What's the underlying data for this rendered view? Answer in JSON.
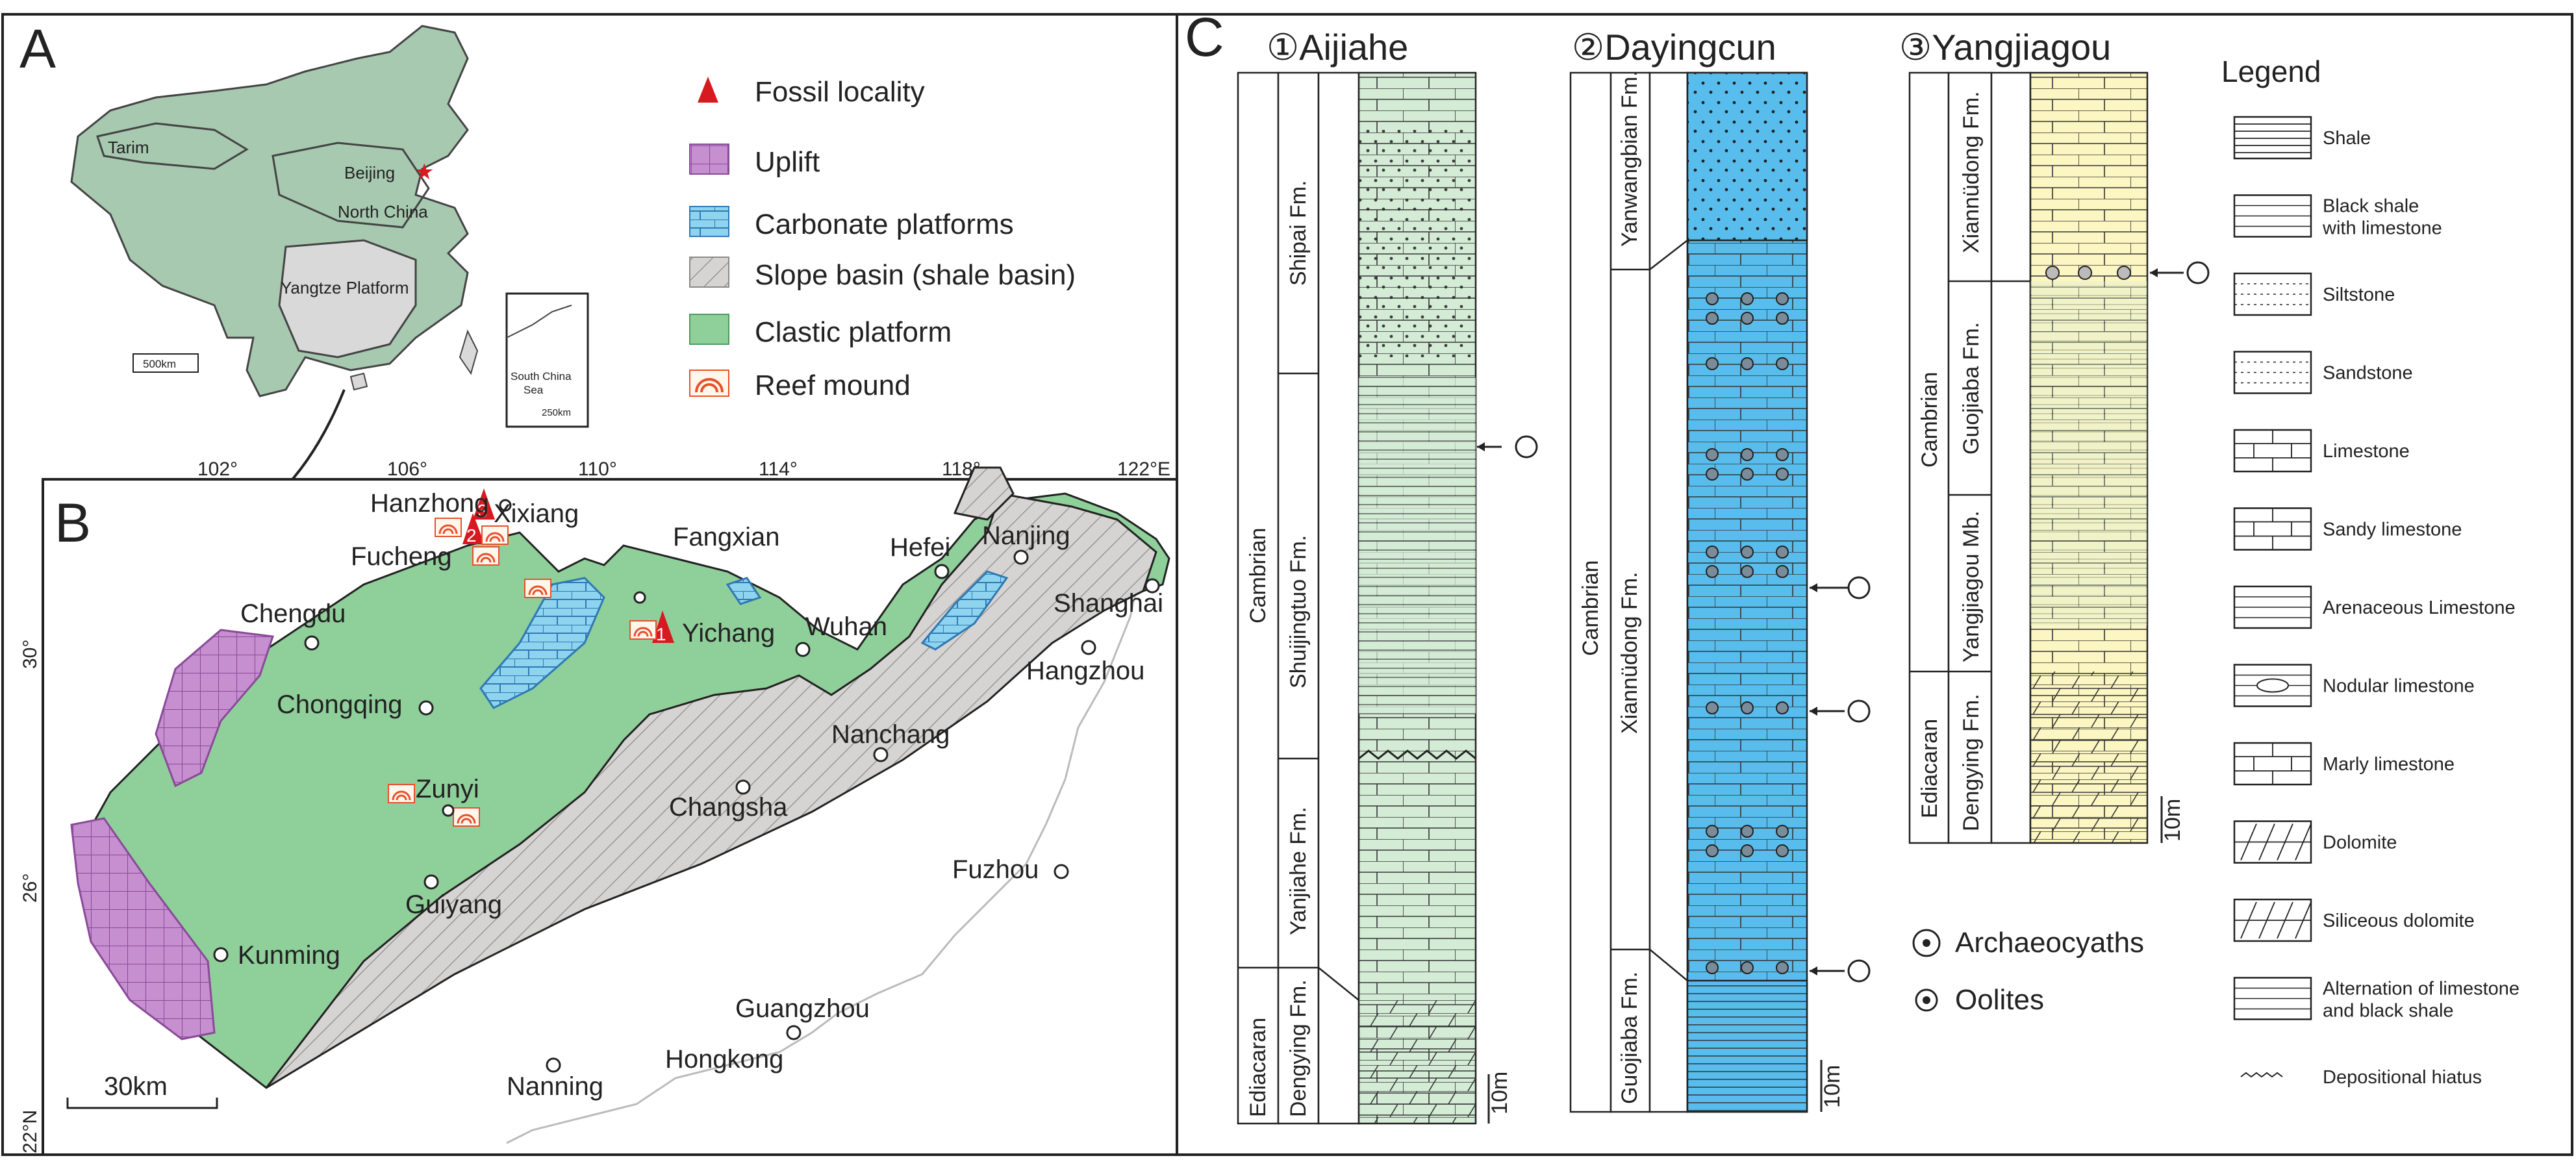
{
  "panels": {
    "a": "A",
    "b": "B",
    "c": "C"
  },
  "map_a": {
    "regions": {
      "tarim": "Tarim",
      "north_china": "North China",
      "yangtze": "Yangtze Platform"
    },
    "capital": "Beijing",
    "scale": "500km",
    "inset": [
      "South China",
      "Sea",
      "250km"
    ]
  },
  "map_legend": {
    "items": [
      {
        "label": "Fossil locality",
        "color": "#d71920"
      },
      {
        "label": "Uplift",
        "color": "#c58fd0"
      },
      {
        "label": "Carbonate platforms",
        "color": "#8fd4ef"
      },
      {
        "label": "Slope basin (shale basin)",
        "color": "#d6d4d2"
      },
      {
        "label": "Clastic platform",
        "color": "#8fcf9a"
      },
      {
        "label": "Reef mound",
        "color": "#e8502a"
      }
    ]
  },
  "map_b": {
    "lon_ticks": [
      "102°",
      "106°",
      "110°",
      "114°",
      "118°",
      "122°E"
    ],
    "lat_ticks": [
      "30°",
      "26°",
      "22°N"
    ],
    "cities": {
      "hanzhong": "Hanzhong",
      "xixiang": "Xixiang",
      "fucheng": "Fucheng",
      "fangxian": "Fangxian",
      "hefei": "Hefei",
      "nanjing": "Nanjing",
      "shanghai": "Shanghai",
      "chengdu": "Chengdu",
      "yichang": "Yichang",
      "wuhan": "Wuhan",
      "hangzhou": "Hangzhou",
      "chongqing": "Chongqing",
      "nanchang": "Nanchang",
      "zunyi": "Zunyi",
      "changsha": "Changsha",
      "guiyang": "Guiyang",
      "fuzhou": "Fuzhou",
      "kunming": "Kunming",
      "guangzhou": "Guangzhou",
      "hongkong": "Hongkong",
      "nanning": "Nanning"
    },
    "locality_numbers": [
      "1",
      "2",
      "3"
    ],
    "scale": "30km"
  },
  "columns": {
    "aijiahe": {
      "title": "①Aijiahe",
      "system": "Cambrian",
      "system2": "Ediacaran",
      "formations": [
        "Shipai Fm.",
        "Shuijingtuo Fm.",
        "Yanjiahe Fm.",
        "Dengying Fm."
      ],
      "scale": "10m"
    },
    "dayingcun": {
      "title": "②Dayingcun",
      "system": "Cambrian",
      "formations": [
        "Yanwangbian Fm.",
        "Xiannüdong Fm.",
        "Guojiaba Fm."
      ],
      "scale": "10m"
    },
    "yangjiagou": {
      "title": "③Yangjiagou",
      "system": "Cambrian",
      "system2": "Ediacaran",
      "formations": [
        "Xiannüdong Fm.",
        "Guojiaba Fm.",
        "Yangjiagou Mb.",
        "Dengying Fm."
      ],
      "scale": "10m"
    }
  },
  "symbols": {
    "archaeocyaths": "Archaeocyaths",
    "oolites": "Oolites"
  },
  "lithology_legend": {
    "title": "Legend",
    "items": [
      "Shale",
      "Black shale|with limestone",
      "Siltstone",
      "Sandstone",
      "Limestone",
      "Sandy limestone",
      "Arenaceous Limestone",
      "Nodular limestone",
      "Marly limestone",
      "Dolomite",
      "Siliceous dolomite",
      "Alternation of limestone|and black shale",
      "Depositional hiatus"
    ]
  }
}
